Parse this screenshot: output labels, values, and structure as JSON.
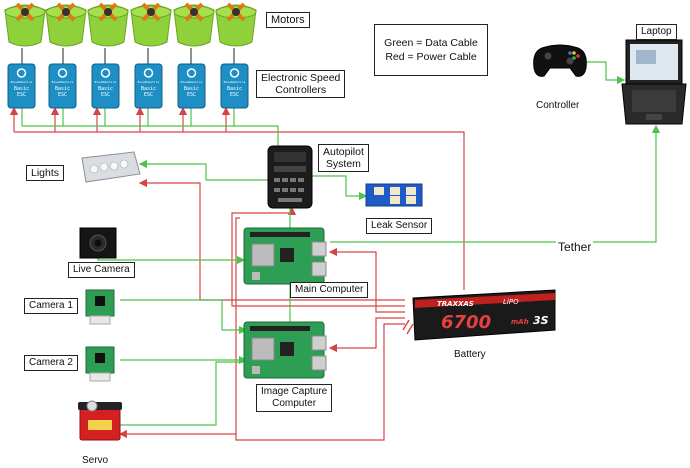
{
  "labels": {
    "motors": "Motors",
    "esc": "Electronic Speed\nControllers",
    "autopilot": "Autopilot\nSystem",
    "lights": "Lights",
    "leak_sensor": "Leak Sensor",
    "live_camera": "Live Camera",
    "main_computer": "Main Computer",
    "camera1": "Camera 1",
    "camera2": "Camera 2",
    "image_capture": "Image Capture\nComputer",
    "servo": "Servo",
    "battery": "Battery",
    "tether": "Tether",
    "controller": "Controller",
    "laptop": "Laptop"
  },
  "legend": {
    "green": "Green = Data Cable",
    "red": "Red = Power Cable"
  },
  "esc_text": {
    "brand": "BlueRobotics",
    "model": "Basic",
    "type": "ESC"
  },
  "battery_text": {
    "brand": "TRAXXAS",
    "chem": "LiPO",
    "capacity": "6700",
    "unit": "mAh",
    "cells": "3S"
  },
  "colors": {
    "data_cable": "#4cc34c",
    "power_cable": "#d64545",
    "motor_green": "#8fd13b",
    "esc_blue": "#1d8fc4",
    "board_green": "#2f9e55"
  }
}
